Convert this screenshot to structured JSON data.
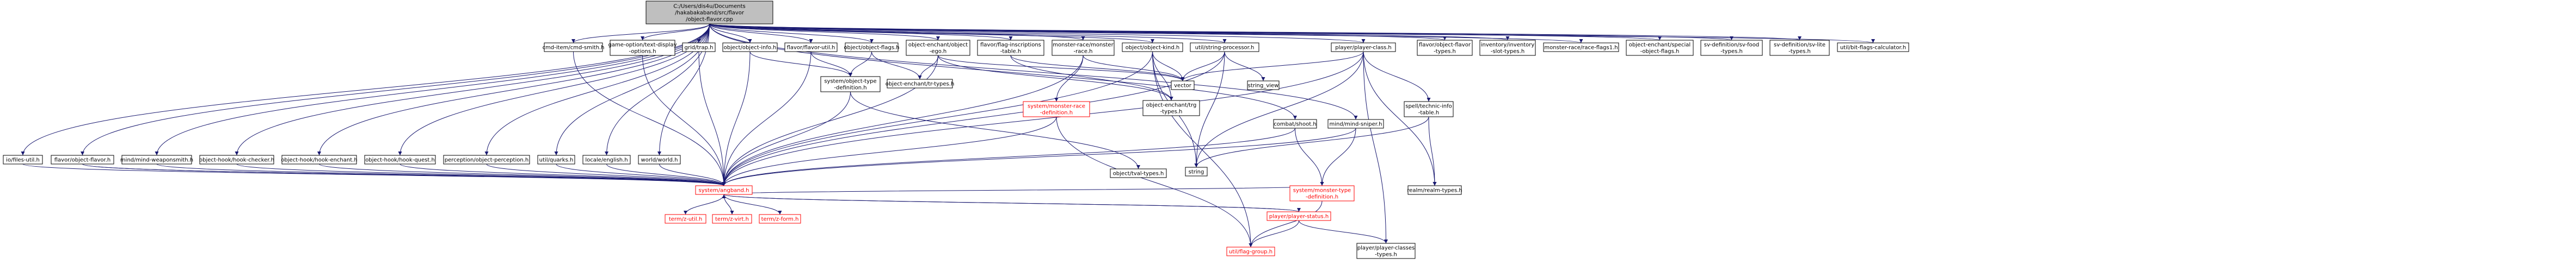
{
  "diagram": {
    "colors": {
      "root_fill": "#bfbfbf",
      "node_fill": "#ffffff",
      "node_stroke": "#000000",
      "red_stroke": "#ff0000",
      "red_text": "#ff0000",
      "edge": "#191970"
    },
    "nodes": [
      {
        "id": "root",
        "label": [
          "C:/Users/dis4u/Documents",
          "/hakabakaband/src/flavor",
          "/object-flavor.cpp"
        ],
        "kind": "root"
      },
      {
        "id": "n1",
        "label": [
          "io/files-util.h"
        ]
      },
      {
        "id": "n2",
        "label": [
          "flavor/object-flavor.h"
        ]
      },
      {
        "id": "n3",
        "label": [
          "mind/mind-weaponsmith.h"
        ]
      },
      {
        "id": "n4",
        "label": [
          "object-hook/hook-checker.h"
        ]
      },
      {
        "id": "n5",
        "label": [
          "object-hook/hook-enchant.h"
        ]
      },
      {
        "id": "n6",
        "label": [
          "object-hook/hook-quest.h"
        ]
      },
      {
        "id": "n7",
        "label": [
          "perception/object-perception.h"
        ]
      },
      {
        "id": "n8",
        "label": [
          "util/quarks.h"
        ]
      },
      {
        "id": "n9",
        "label": [
          "locale/english.h"
        ]
      },
      {
        "id": "n10",
        "label": [
          "world/world.h"
        ]
      },
      {
        "id": "n11",
        "label": [
          "cmd-item/cmd-smith.h"
        ]
      },
      {
        "id": "n12",
        "label": [
          "game-option/text-display",
          "-options.h"
        ]
      },
      {
        "id": "n13",
        "label": [
          "grid/trap.h"
        ]
      },
      {
        "id": "n14",
        "label": [
          "object/object-info.h"
        ]
      },
      {
        "id": "n15",
        "label": [
          "flavor/flavor-util.h"
        ]
      },
      {
        "id": "n16",
        "label": [
          "object/object-flags.h"
        ]
      },
      {
        "id": "n17",
        "label": [
          "object-enchant/object",
          "-ego.h"
        ]
      },
      {
        "id": "n18",
        "label": [
          "flavor/flag-inscriptions",
          "-table.h"
        ]
      },
      {
        "id": "n19",
        "label": [
          "monster-race/monster",
          "-race.h"
        ]
      },
      {
        "id": "n20",
        "label": [
          "object/object-kind.h"
        ]
      },
      {
        "id": "n21",
        "label": [
          "util/string-processor.h"
        ]
      },
      {
        "id": "n22",
        "label": [
          "player/player-class.h"
        ]
      },
      {
        "id": "n23",
        "label": [
          "flavor/object-flavor",
          "-types.h"
        ]
      },
      {
        "id": "n24",
        "label": [
          "inventory/inventory",
          "-slot-types.h"
        ]
      },
      {
        "id": "n25",
        "label": [
          "monster-race/race-flags1.h"
        ]
      },
      {
        "id": "n26",
        "label": [
          "object-enchant/special",
          "-object-flags.h"
        ]
      },
      {
        "id": "n27",
        "label": [
          "sv-definition/sv-food",
          "-types.h"
        ]
      },
      {
        "id": "n28",
        "label": [
          "sv-definition/sv-lite",
          "-types.h"
        ]
      },
      {
        "id": "n29",
        "label": [
          "util/bit-flags-calculator.h"
        ]
      },
      {
        "id": "n30",
        "label": [
          "system/object-type",
          "-definition.h"
        ]
      },
      {
        "id": "n31",
        "label": [
          "object-enchant/tr-types.h"
        ]
      },
      {
        "id": "n32",
        "label": [
          "system/monster-race",
          "-definition.h"
        ],
        "kind": "red"
      },
      {
        "id": "n33",
        "label": [
          "object-enchant/trg",
          "-types.h"
        ]
      },
      {
        "id": "n34",
        "label": [
          "vector"
        ]
      },
      {
        "id": "n35",
        "label": [
          "string_view"
        ]
      },
      {
        "id": "n36",
        "label": [
          "combat/shoot.h"
        ]
      },
      {
        "id": "n37",
        "label": [
          "mind/mind-sniper.h"
        ]
      },
      {
        "id": "n38",
        "label": [
          "spell/technic-info",
          "-table.h"
        ]
      },
      {
        "id": "n39",
        "label": [
          "system/angband.h"
        ],
        "kind": "red"
      },
      {
        "id": "n40",
        "label": [
          "string"
        ]
      },
      {
        "id": "n41",
        "label": [
          "object/tval-types.h"
        ]
      },
      {
        "id": "n42",
        "label": [
          "system/monster-type",
          "-definition.h"
        ],
        "kind": "red"
      },
      {
        "id": "n43",
        "label": [
          "realm/realm-types.h"
        ]
      },
      {
        "id": "n44",
        "label": [
          "term/z-util.h"
        ],
        "kind": "red"
      },
      {
        "id": "n45",
        "label": [
          "term/z-virt.h"
        ],
        "kind": "red"
      },
      {
        "id": "n46",
        "label": [
          "term/z-form.h"
        ],
        "kind": "red"
      },
      {
        "id": "n47",
        "label": [
          "player/player-status.h"
        ],
        "kind": "red"
      },
      {
        "id": "n48",
        "label": [
          "util/flag-group.h"
        ],
        "kind": "red"
      },
      {
        "id": "n49",
        "label": [
          "player/player-classes",
          "-types.h"
        ]
      }
    ],
    "edges": [
      [
        "root",
        "n1"
      ],
      [
        "root",
        "n2"
      ],
      [
        "root",
        "n3"
      ],
      [
        "root",
        "n4"
      ],
      [
        "root",
        "n5"
      ],
      [
        "root",
        "n6"
      ],
      [
        "root",
        "n7"
      ],
      [
        "root",
        "n8"
      ],
      [
        "root",
        "n9"
      ],
      [
        "root",
        "n10"
      ],
      [
        "root",
        "n11"
      ],
      [
        "root",
        "n12"
      ],
      [
        "root",
        "n13"
      ],
      [
        "root",
        "n14"
      ],
      [
        "root",
        "n15"
      ],
      [
        "root",
        "n16"
      ],
      [
        "root",
        "n17"
      ],
      [
        "root",
        "n18"
      ],
      [
        "root",
        "n19"
      ],
      [
        "root",
        "n20"
      ],
      [
        "root",
        "n21"
      ],
      [
        "root",
        "n22"
      ],
      [
        "root",
        "n23"
      ],
      [
        "root",
        "n24"
      ],
      [
        "root",
        "n25"
      ],
      [
        "root",
        "n26"
      ],
      [
        "root",
        "n27"
      ],
      [
        "root",
        "n28"
      ],
      [
        "root",
        "n29"
      ],
      [
        "root",
        "n36"
      ],
      [
        "root",
        "n37"
      ],
      [
        "n1",
        "n39"
      ],
      [
        "n2",
        "n39"
      ],
      [
        "n3",
        "n39"
      ],
      [
        "n4",
        "n39"
      ],
      [
        "n5",
        "n39"
      ],
      [
        "n6",
        "n39"
      ],
      [
        "n7",
        "n39"
      ],
      [
        "n8",
        "n39"
      ],
      [
        "n9",
        "n39"
      ],
      [
        "n10",
        "n39"
      ],
      [
        "n11",
        "n39"
      ],
      [
        "n12",
        "n39"
      ],
      [
        "n13",
        "n39"
      ],
      [
        "n14",
        "n39"
      ],
      [
        "n14",
        "n30"
      ],
      [
        "n15",
        "n30"
      ],
      [
        "n15",
        "n39"
      ],
      [
        "n16",
        "n30"
      ],
      [
        "n16",
        "n31"
      ],
      [
        "n17",
        "n31"
      ],
      [
        "n17",
        "n33"
      ],
      [
        "n17",
        "n39"
      ],
      [
        "n17",
        "n34"
      ],
      [
        "n18",
        "n33"
      ],
      [
        "n18",
        "n34"
      ],
      [
        "n19",
        "n32"
      ],
      [
        "n19",
        "n39"
      ],
      [
        "n19",
        "n34"
      ],
      [
        "n20",
        "n39"
      ],
      [
        "n20",
        "n33"
      ],
      [
        "n20",
        "n34"
      ],
      [
        "n20",
        "n40"
      ],
      [
        "n20",
        "n48"
      ],
      [
        "n21",
        "n35"
      ],
      [
        "n21",
        "n34"
      ],
      [
        "n21",
        "n40"
      ],
      [
        "n21",
        "n39"
      ],
      [
        "n22",
        "n38"
      ],
      [
        "n22",
        "n43"
      ],
      [
        "n22",
        "n34"
      ],
      [
        "n22",
        "n40"
      ],
      [
        "n22",
        "n39"
      ],
      [
        "n22",
        "n49"
      ],
      [
        "n30",
        "n39"
      ],
      [
        "n30",
        "n41"
      ],
      [
        "n32",
        "n48"
      ],
      [
        "n32",
        "n39"
      ],
      [
        "n36",
        "n42"
      ],
      [
        "n36",
        "n39"
      ],
      [
        "n37",
        "n39"
      ],
      [
        "n37",
        "n42"
      ],
      [
        "n38",
        "n43"
      ],
      [
        "n38",
        "n40"
      ],
      [
        "n39",
        "n44"
      ],
      [
        "n39",
        "n45"
      ],
      [
        "n39",
        "n46"
      ],
      [
        "n39",
        "n47"
      ],
      [
        "n42",
        "n48"
      ],
      [
        "n42",
        "n39"
      ],
      [
        "n47",
        "n48"
      ],
      [
        "n47",
        "n49"
      ],
      [
        "n47",
        "n39"
      ],
      [
        "n2",
        "n39"
      ]
    ]
  }
}
